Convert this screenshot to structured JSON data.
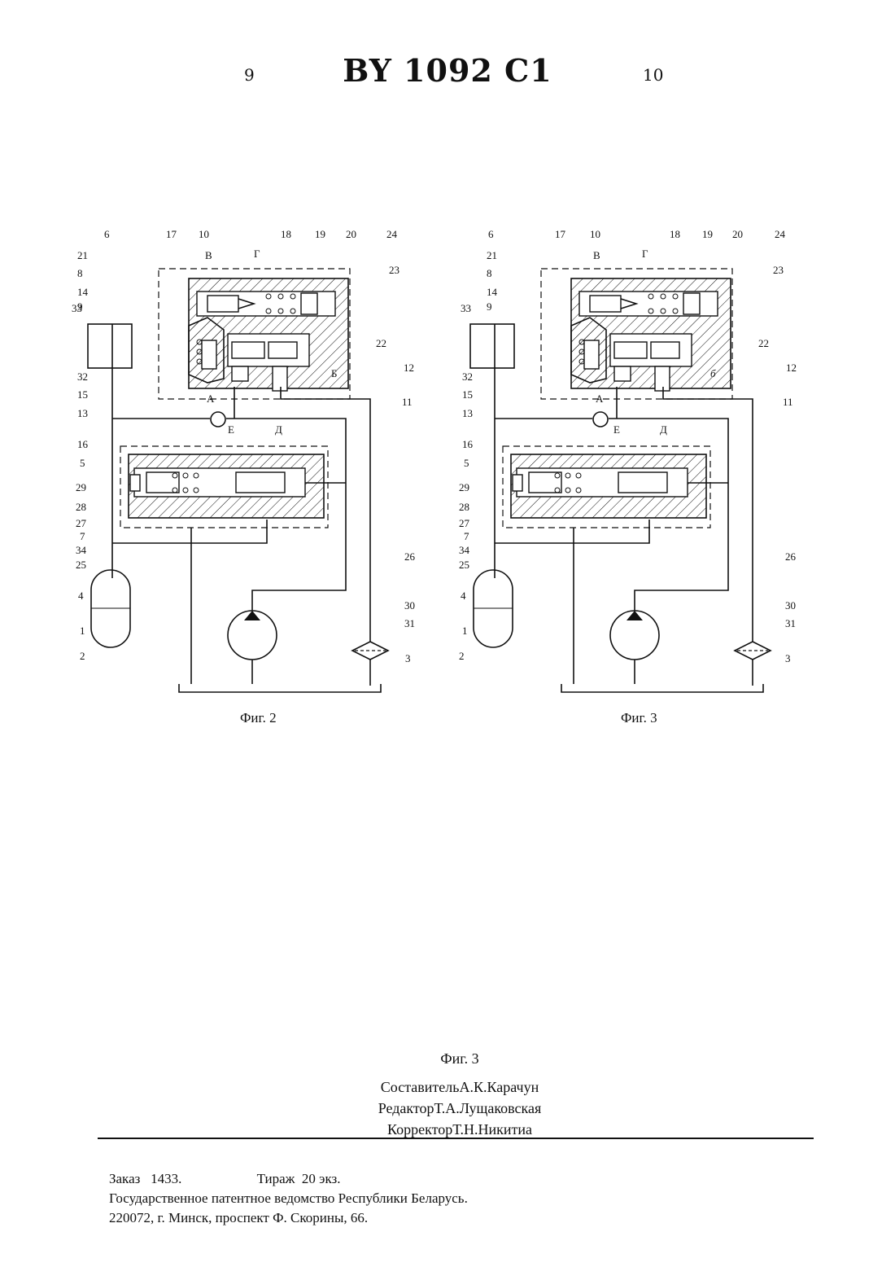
{
  "header": {
    "page_left": "9",
    "title": "BY 1092 C1",
    "page_right": "10"
  },
  "figures": [
    {
      "caption": "Фиг. 2",
      "chamber_b_label": "Б",
      "numbers": [
        "6",
        "17",
        "10",
        "18",
        "19",
        "20",
        "24",
        "21",
        "8",
        "23",
        "14",
        "9",
        "33",
        "22",
        "32",
        "15",
        "13",
        "16",
        "5",
        "29",
        "28",
        "27",
        "7",
        "34",
        "25",
        "26",
        "30",
        "31",
        "4",
        "1",
        "3",
        "2",
        "11",
        "12"
      ],
      "letters": [
        "В",
        "Г",
        "А",
        "Е",
        "Д"
      ]
    },
    {
      "caption": "Фиг. 3",
      "chamber_b_label": "б",
      "numbers": [
        "6",
        "17",
        "10",
        "18",
        "19",
        "20",
        "24",
        "21",
        "8",
        "23",
        "14",
        "9",
        "33",
        "22",
        "32",
        "15",
        "13",
        "16",
        "5",
        "29",
        "28",
        "27",
        "7",
        "34",
        "25",
        "26",
        "30",
        "31",
        "4",
        "1",
        "3",
        "2",
        "11",
        "12"
      ],
      "letters": [
        "В",
        "Г",
        "А",
        "Е",
        "Д"
      ]
    }
  ],
  "bottom_caption": "Фиг. 3",
  "credits": [
    "СоставительА.К.Карачун",
    "РедакторТ.А.Лущаковская",
    "КорректорТ.Н.Никитиа"
  ],
  "footer": {
    "order": "Заказ   1433.",
    "circulation": "Тираж  20 экз.",
    "office": "Государственное патентное ведомство Республики Беларусь.",
    "address": "220072, г. Минск, проспект Ф. Скорины, 66."
  }
}
